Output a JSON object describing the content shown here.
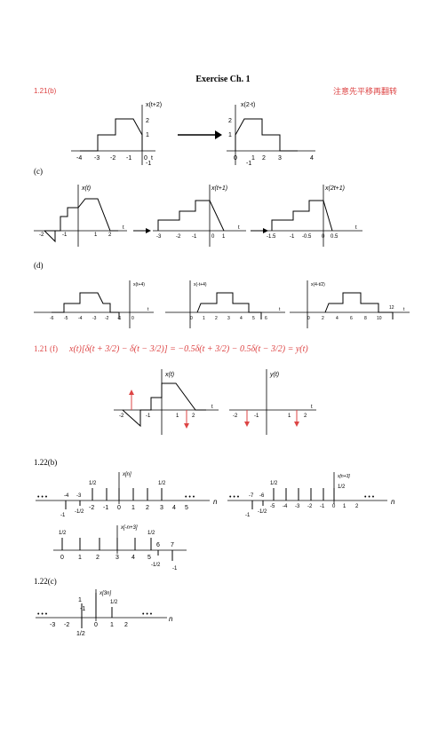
{
  "title": "Exercise Ch. 1",
  "note": "注意先平移再翻转",
  "sections": {
    "s121b": "1.21(b)",
    "c": "(c)",
    "d": "(d)",
    "s121f": "1.21 (f)",
    "s122b": "1.22(b)",
    "s122c": "1.22(c)"
  },
  "equation": "x(t)[δ(t + 3/2) − δ(t − 3/2)] = −0.5δ(t + 3/2) − 0.5δ(t − 3/2) = y(t)",
  "graphs": {
    "b1": {
      "label": "x(t+2)",
      "ticks": [
        "-4",
        "-3",
        "-2",
        "-1",
        "0",
        "t"
      ],
      "yticks": [
        "2",
        "1",
        "-1"
      ]
    },
    "b2": {
      "label": "x(2-t)",
      "ticks": [
        "0",
        "1",
        "2",
        "3",
        "4"
      ],
      "yticks": [
        "2",
        "1",
        "-1"
      ]
    },
    "c1": {
      "label": "x(t)",
      "ticks": [
        "-2",
        "-1",
        "1",
        "2",
        "t"
      ]
    },
    "c2": {
      "label": "x(t+1)",
      "ticks": [
        "-3",
        "-2",
        "-1",
        "0",
        "1",
        "t"
      ]
    },
    "c3": {
      "label": "x(2t+1)",
      "ticks": [
        "-1.5",
        "-1",
        "-0.5",
        "0",
        "0.5",
        "t"
      ]
    },
    "d1": {
      "label": "x(t+4)",
      "ticks": [
        "-6",
        "-5",
        "-4",
        "-3",
        "-2",
        "-1",
        "0",
        "t"
      ]
    },
    "d2": {
      "label": "x(-t+4)",
      "ticks": [
        "0",
        "1",
        "2",
        "3",
        "4",
        "5",
        "6",
        "t"
      ]
    },
    "d3": {
      "label": "x(4-t/2)",
      "ticks": [
        "0",
        "2",
        "4",
        "6",
        "8",
        "10",
        "12",
        "t"
      ]
    },
    "f1": {
      "label": "x(t)",
      "ticks": [
        "-2",
        "-1",
        "1",
        "2",
        "t"
      ]
    },
    "f2": {
      "label": "y(t)",
      "ticks": [
        "-2",
        "-1",
        "1",
        "2",
        "t"
      ]
    },
    "n1": {
      "label": "x[n]",
      "values": [
        "1/2",
        "1/2",
        "-1/2",
        "-1"
      ],
      "ticks": [
        "-4",
        "-3",
        "-2",
        "-1",
        "0",
        "1",
        "2",
        "3",
        "4",
        "5",
        "n"
      ],
      "dots": "• • •"
    },
    "n2": {
      "label": "x[n+3]",
      "values": [
        "1/2",
        "1/2",
        "-1/2",
        "-1"
      ],
      "ticks": [
        "-7",
        "-6",
        "-5",
        "-4",
        "-3",
        "-2",
        "-1",
        "0",
        "1",
        "2",
        "n"
      ],
      "dots": "• • •"
    },
    "n3": {
      "label": "x[-n+3]",
      "values": [
        "1/2",
        "1/2",
        "-1/2",
        "-1"
      ],
      "ticks": [
        "0",
        "1",
        "2",
        "3",
        "4",
        "5",
        "6",
        "7"
      ]
    },
    "n4": {
      "label": "x[3n]",
      "values": [
        "1",
        "1/2",
        "1/2"
      ],
      "ticks": [
        "-3",
        "-2",
        "-1",
        "0",
        "1",
        "2",
        "n"
      ],
      "dots": "• • •"
    }
  }
}
